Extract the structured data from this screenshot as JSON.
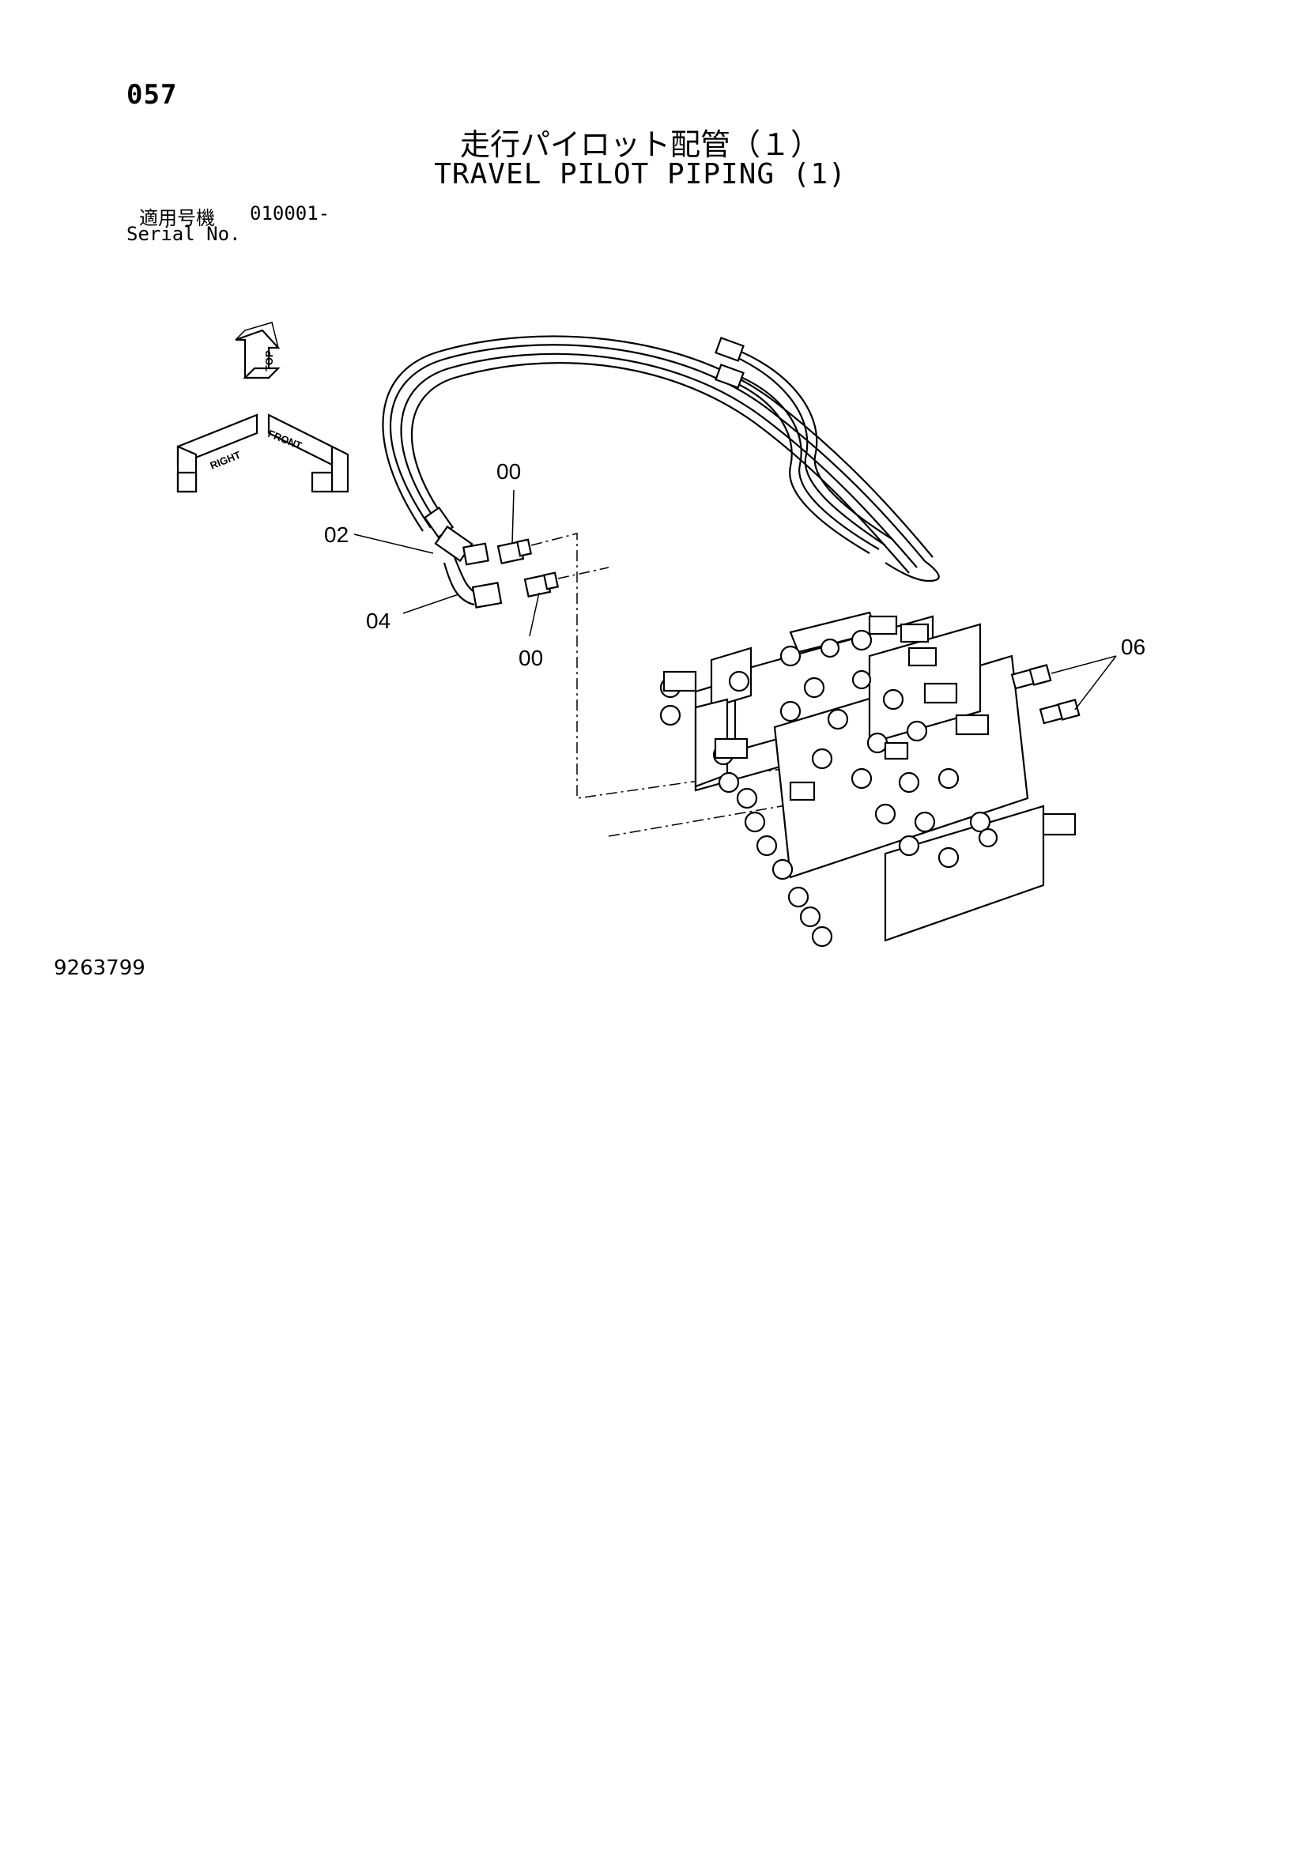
{
  "header": {
    "page_number": "057",
    "title_jp": "走行パイロット配管（１）",
    "title_en": "TRAVEL PILOT PIPING (1)"
  },
  "serial": {
    "label_jp": "適用号機",
    "value": "010001-",
    "label_en": "Serial No."
  },
  "orientation_indicator": {
    "axes": [
      "TOP",
      "RIGHT",
      "FRONT"
    ]
  },
  "callouts": {
    "c00_upper": "00",
    "c00_lower": "00",
    "c02": "02",
    "c04": "04",
    "c06": "06"
  },
  "footer": {
    "drawing_number": "9263799"
  }
}
